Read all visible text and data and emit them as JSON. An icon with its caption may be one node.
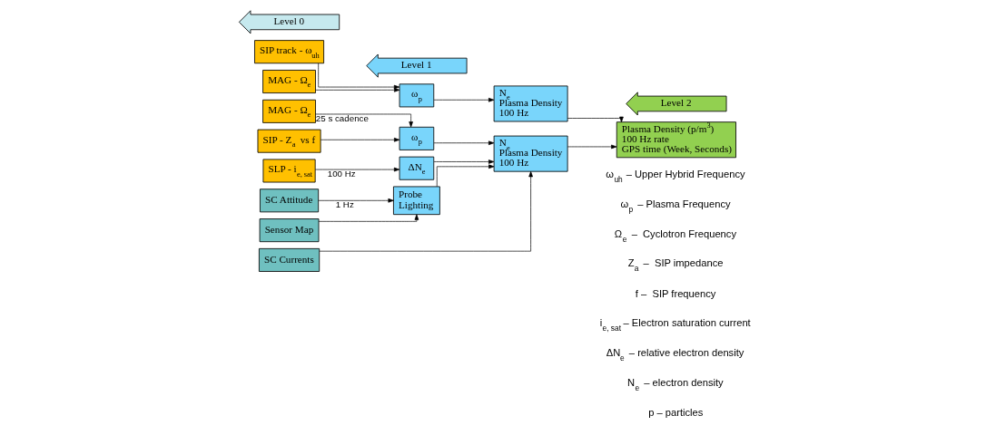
{
  "diagram": {
    "nodes": [
      {
        "text": [
          "Level 0"
        ]
      },
      {
        "text": [
          "Level 1"
        ]
      },
      {
        "text": [
          "Level 2"
        ]
      },
      {
        "text": [
          "SIP track - ω$_{uh}$"
        ]
      },
      {
        "text": [
          "MAG - Ω$_{e}$"
        ]
      },
      {
        "text": [
          "MAG - Ω$_{e}$"
        ]
      },
      {
        "text": [
          "SIP - Z$_{a}$ vs f"
        ]
      },
      {
        "text": [
          "SLP - i$_{e, sat}$"
        ]
      },
      {
        "text": [
          "SC Attitude"
        ]
      },
      {
        "text": [
          "Sensor Map"
        ]
      },
      {
        "text": [
          "SC Currents"
        ]
      },
      {
        "text": [
          "ω$_{p}$"
        ]
      },
      {
        "text": [
          "ω$_{p}$"
        ]
      },
      {
        "text": [
          "ΔN$_{e}$"
        ]
      },
      {
        "text": [
          "Probe Lighting"
        ]
      },
      {
        "text": [
          "N$_{e}$ Plasma Density 100 Hz"
        ]
      },
      {
        "text": [
          "N$_{e}$ Plasma Density 100 Hz"
        ]
      },
      {
        "text": [
          "Plasma Density (p/m$^{3}$) 100 Hz rate GPS time (Week, Seconds)"
        ]
      }
    ],
    "edges": [
      {
        "from": 3,
        "to": 11,
        "arrow": "to"
      },
      {
        "from": 4,
        "to": 11,
        "arrow": "to"
      },
      {
        "from": 11,
        "to": 15,
        "arrow": "to"
      },
      {
        "from": 5,
        "to": 12,
        "arrow": "to",
        "label": "25 s cadence"
      },
      {
        "from": 6,
        "to": 12,
        "arrow": "to"
      },
      {
        "from": 7,
        "to": 13,
        "arrow": "to",
        "label": "100 Hz"
      },
      {
        "from": 8,
        "to": 14,
        "arrow": "to",
        "label": "1 Hz"
      },
      {
        "from": 9,
        "to": 14,
        "arrow": "to"
      },
      {
        "from": 12,
        "to": 16,
        "arrow": "to"
      },
      {
        "from": 13,
        "to": 16,
        "arrow": "to"
      },
      {
        "from": 14,
        "to": 16,
        "arrow": "to"
      },
      {
        "from": 10,
        "to": 16,
        "arrow": "to"
      },
      {
        "from": 15,
        "to": 17,
        "arrow": "to"
      },
      {
        "from": 16,
        "to": 17,
        "arrow": "to"
      }
    ],
    "labels": [
      "ω$_{uh}$ – Upper Hybrid Frequency",
      "ω$_{p}$ – Plasma Frequency",
      "Ω$_{e}$ –  Cyclotron Frequency",
      "Z$_{a}$ –  SIP impedance",
      "f –  SIP frequency",
      "i$_{e, sat}$ – Electron saturation current",
      "ΔN$_{e}$ – relative electron density",
      "N$_{e}$ – electron density",
      "p – particles"
    ]
  }
}
